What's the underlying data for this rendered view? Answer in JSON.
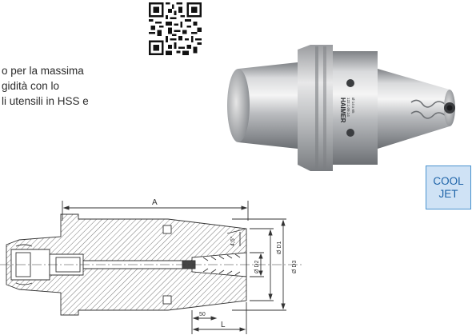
{
  "description": {
    "lines": [
      "o per la massima",
      "gidità con lo",
      "li utensili in HSS e"
    ]
  },
  "qr_code": {
    "icon": "qr-code-icon"
  },
  "product_photo": {
    "engraving": [
      "HAIMER",
      "122.1.09.14",
      "Ø 14 x 65"
    ]
  },
  "badge": {
    "line1": "COOL",
    "line2": "JET",
    "color": "#4a93cf"
  },
  "drawing": {
    "label_A": "A",
    "label_angle": "4,5°",
    "label_d1": "Ø D1",
    "label_d2": "Ø D2",
    "label_d3": "Ø D3",
    "label_50": "50",
    "label_L": "L"
  }
}
